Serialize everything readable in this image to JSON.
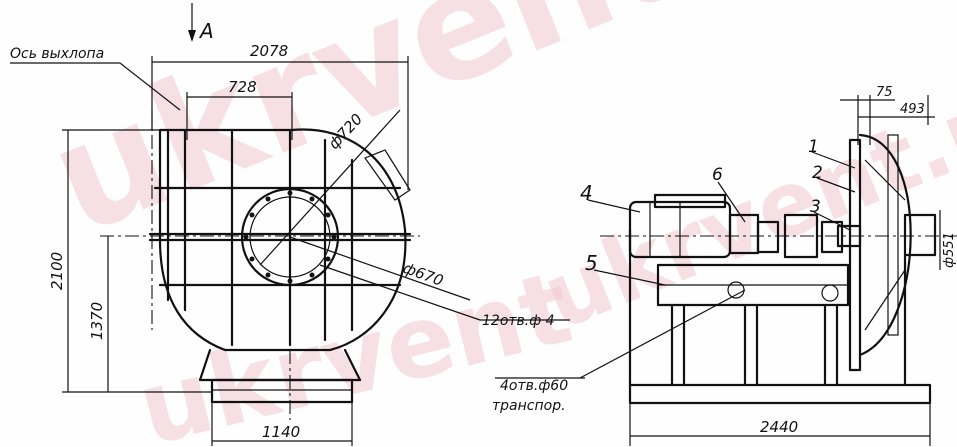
{
  "watermarks": [
    "ukrvent.co",
    "ukrvent.ua",
    "ukrvent"
  ],
  "left_view": {
    "view_marker": "A",
    "axis_label": "Ось выхлопа",
    "dims": {
      "total_width": "2078",
      "outlet_width": "728",
      "flange_diameter": "ф720",
      "bolt_circle": "ф670",
      "holes": "12отв.ф 4",
      "height_total": "2100",
      "height_axis": "1370",
      "base_width": "1140"
    }
  },
  "right_view": {
    "dims": {
      "dim_75": "75",
      "dim_493": "493",
      "inlet_diameter": "ф551",
      "base_length": "2440",
      "holes_line1": "4отв.ф60",
      "holes_line2": "транспор."
    },
    "callouts": [
      "1",
      "2",
      "3",
      "4",
      "5",
      "6"
    ]
  }
}
